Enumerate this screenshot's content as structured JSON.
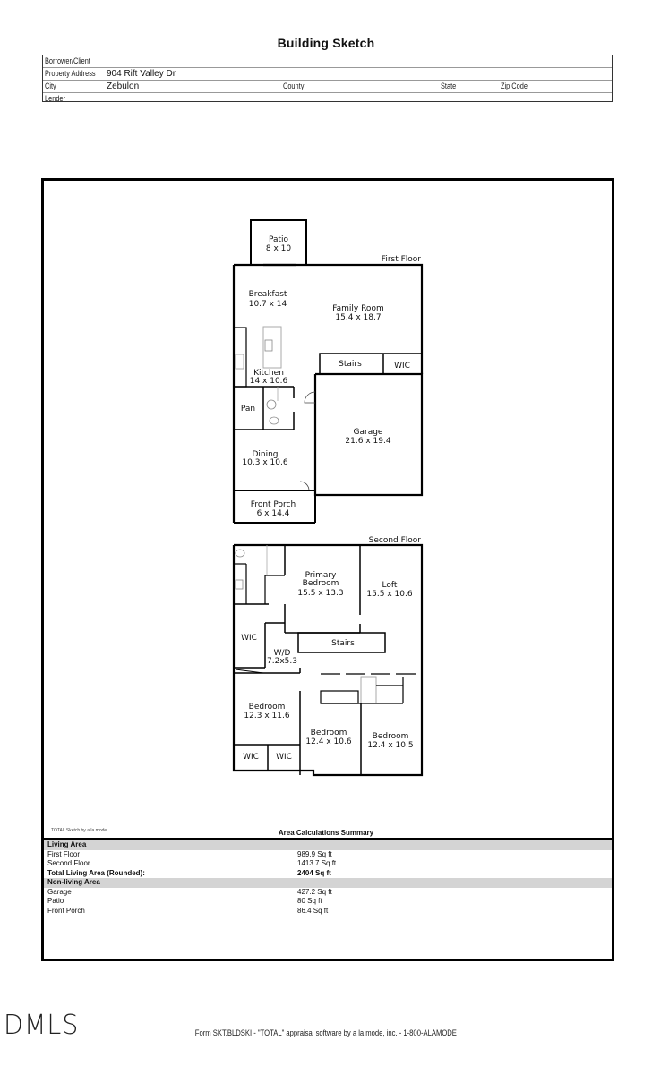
{
  "header": {
    "title": "Building Sketch",
    "fields": {
      "borrower_label": "Borrower/Client",
      "borrower_value": "",
      "address_label": "Property Address",
      "address_value": "904 Rift Valley Dr",
      "city_label": "City",
      "city_value": "Zebulon",
      "county_label": "County",
      "state_label": "State",
      "zip_label": "Zip Code",
      "lender_label": "Lender"
    }
  },
  "sketch": {
    "first_floor_label": "First Floor",
    "second_floor_label": "Second Floor",
    "first_floor_rooms": [
      {
        "name": "Patio",
        "dims": "8 x 10"
      },
      {
        "name": "Breakfast",
        "dims": "10.7 x 14"
      },
      {
        "name": "Family Room",
        "dims": "15.4 x 18.7"
      },
      {
        "name": "Stairs",
        "dims": ""
      },
      {
        "name": "WIC",
        "dims": ""
      },
      {
        "name": "Kitchen",
        "dims": "14 x 10.6"
      },
      {
        "name": "Pan",
        "dims": ""
      },
      {
        "name": "Garage",
        "dims": "21.6 x 19.4"
      },
      {
        "name": "Dining",
        "dims": "10.3 x 10.6"
      },
      {
        "name": "Front Porch",
        "dims": "6 x 14.4"
      }
    ],
    "second_floor_rooms": [
      {
        "name": "Primary Bedroom",
        "name_line1": "Primary",
        "name_line2": "Bedroom",
        "dims": "15.5 x 13.3"
      },
      {
        "name": "Loft",
        "dims": "15.5 x 10.6"
      },
      {
        "name": "WIC",
        "dims": ""
      },
      {
        "name": "W/D",
        "dims": "7.2x5.3"
      },
      {
        "name": "Stairs",
        "dims": ""
      },
      {
        "name": "Bedroom",
        "dims": "12.3 x 11.6"
      },
      {
        "name": "Bedroom",
        "dims": "12.4 x 10.6"
      },
      {
        "name": "Bedroom",
        "dims": "12.4 x 10.5"
      },
      {
        "name": "WIC",
        "dims": ""
      },
      {
        "name": "WIC",
        "dims": ""
      }
    ]
  },
  "summary": {
    "credit": "TOTAL Sketch by a la mode",
    "title": "Area Calculations Summary",
    "living_header": "Living Area",
    "living_rows": [
      {
        "label": "First Floor",
        "value": "989.9 Sq ft"
      },
      {
        "label": "Second Floor",
        "value": "1413.7 Sq ft"
      }
    ],
    "total_label": "Total Living Area (Rounded):",
    "total_value": "2404 Sq ft",
    "nonliving_header": "Non-living Area",
    "nonliving_rows": [
      {
        "label": "Garage",
        "value": "427.2 Sq ft"
      },
      {
        "label": "Patio",
        "value": "80 Sq ft"
      },
      {
        "label": "Front Porch",
        "value": "86.4 Sq ft"
      }
    ]
  },
  "footer": {
    "logo": "DMLS",
    "form_text": "Form SKT.BLDSKI - \"TOTAL\" appraisal software by a la mode, inc. - 1-800-ALAMODE"
  }
}
